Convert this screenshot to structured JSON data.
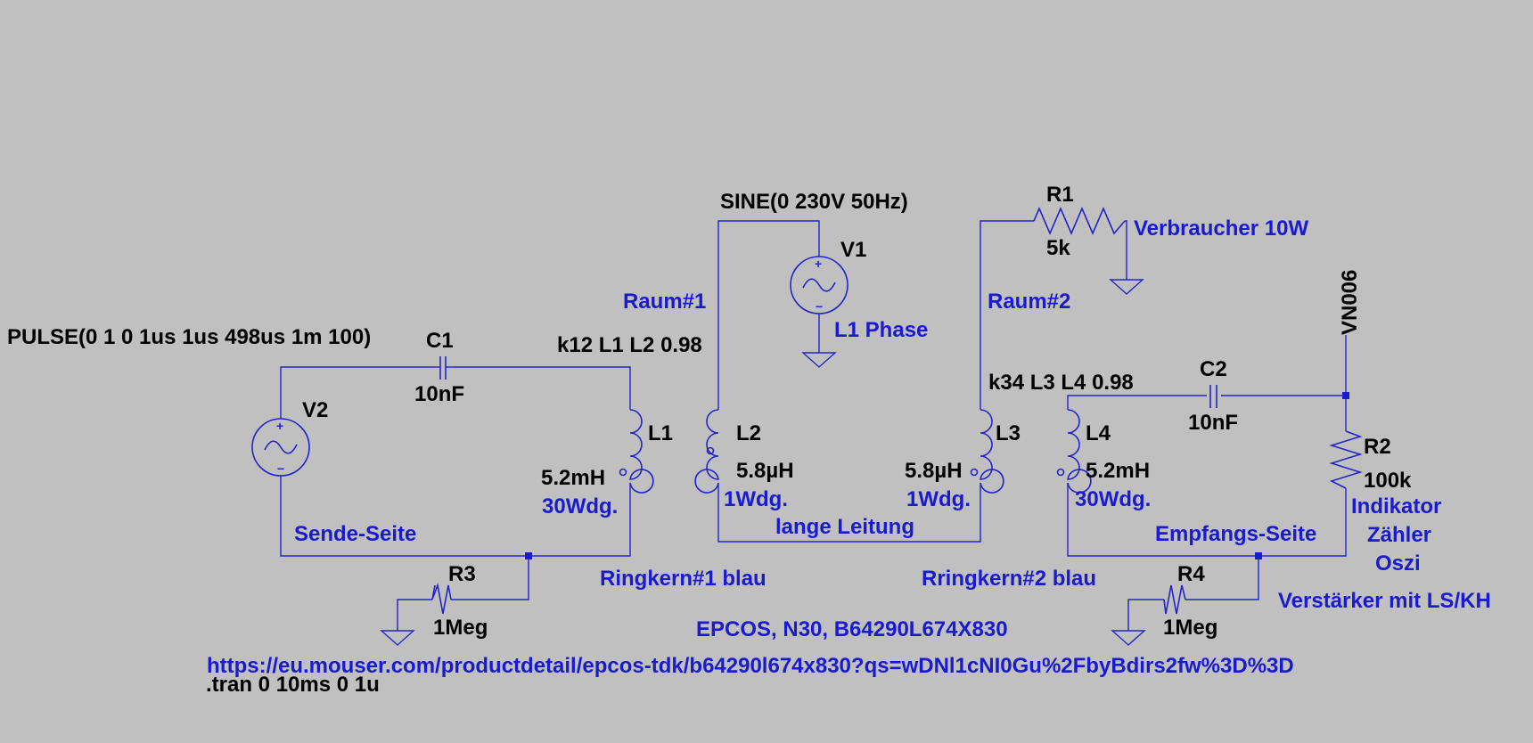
{
  "colors": {
    "background": "#c0c0c0",
    "wire": "#2424c8",
    "comment": "#1a1ad0",
    "label": "#000000"
  },
  "components": {
    "V1": {
      "name": "V1",
      "value": "SINE(0 230V 50Hz)"
    },
    "V2": {
      "name": "V2",
      "value": "PULSE(0 1 0 1us 1us 498us 1m 100)"
    },
    "C1": {
      "name": "C1",
      "value": "10nF"
    },
    "C2": {
      "name": "C2",
      "value": "10nF"
    },
    "L1": {
      "name": "L1",
      "value": "5.2mH"
    },
    "L2": {
      "name": "L2",
      "value": "5.8µH"
    },
    "L3": {
      "name": "L3",
      "value": "5.8µH"
    },
    "L4": {
      "name": "L4",
      "value": "5.2mH"
    },
    "R1": {
      "name": "R1",
      "value": "5k"
    },
    "R2": {
      "name": "R2",
      "value": "100k"
    },
    "R3": {
      "name": "R3",
      "value": "1Meg"
    },
    "R4": {
      "name": "R4",
      "value": "1Meg"
    }
  },
  "directives": {
    "k12": "k12 L1 L2 0.98",
    "k34": "k34 L3 L4 0.98",
    "tran": ".tran 0 10ms 0 1u"
  },
  "net_label": "VN006",
  "comments": {
    "sende_seite": "Sende-Seite",
    "raum1": "Raum#1",
    "raum2": "Raum#2",
    "l1_phase": "L1 Phase",
    "verbraucher": "Verbraucher 10W",
    "wdg30_left": "30Wdg.",
    "wdg1_left": "1Wdg.",
    "wdg1_right": "1Wdg.",
    "wdg30_right": "30Wdg.",
    "lange_leitung": "lange Leitung",
    "empfangs_seite": "Empfangs-Seite",
    "indikator": "Indikator",
    "zaehler": "Zähler",
    "oszi": "Oszi",
    "ringkern1": "Ringkern#1 blau",
    "ringkern2": "Rringkern#2 blau",
    "verstaerker": "Verstärker mit LS/KH",
    "epcos": "EPCOS, N30, B64290L674X830",
    "url": "https://eu.mouser.com/productdetail/epcos-tdk/b64290l674x830?qs=wDNl1cNI0Gu%2FbyBdirs2fw%3D%3D"
  }
}
